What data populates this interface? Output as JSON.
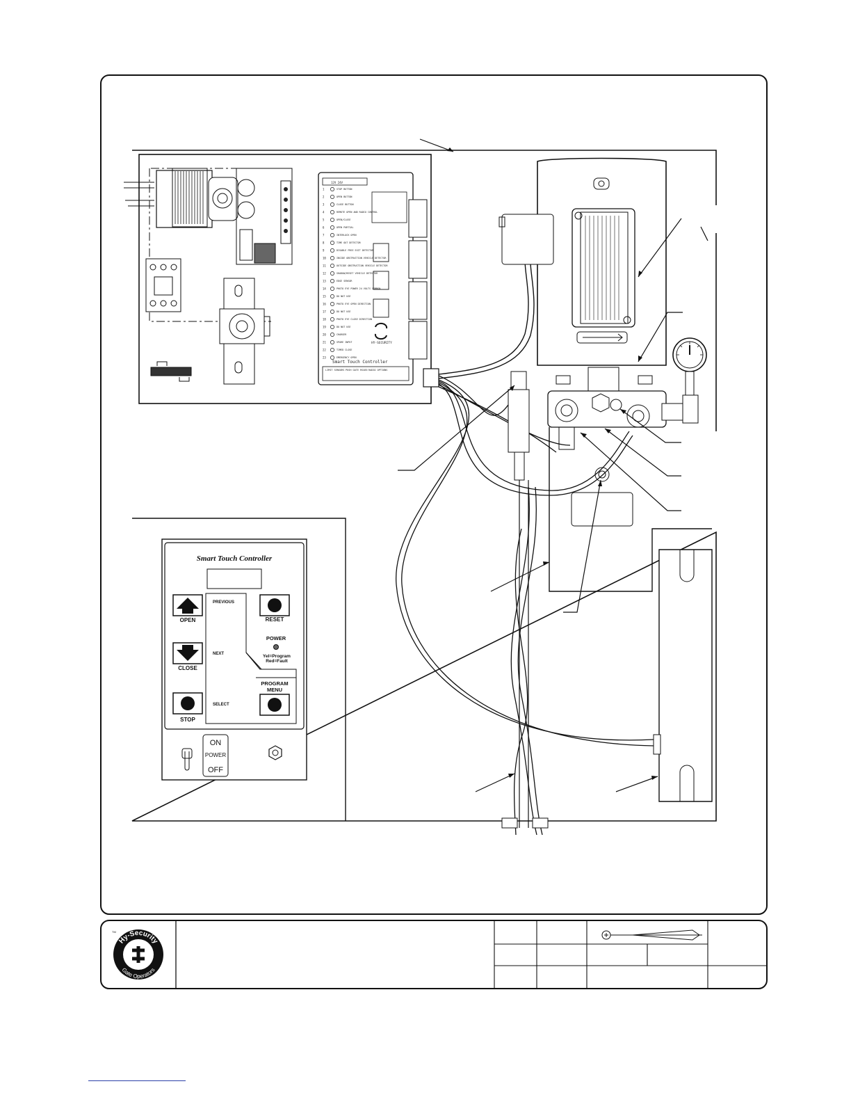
{
  "control_panel": {
    "title": "Smart Touch Controller",
    "buttons": {
      "open": "OPEN",
      "close": "CLOSE",
      "stop": "STOP",
      "reset": "RESET",
      "program_menu_1": "PROGRAM",
      "program_menu_2": "MENU"
    },
    "nav": {
      "previous": "PREVIOUS",
      "next": "NEXT",
      "select": "SELECT"
    },
    "power_led": {
      "label": "POWER",
      "legend_1": "Yel=Program",
      "legend_2": "Red=Fault"
    },
    "power_switch": {
      "on": "ON",
      "label": "POWER",
      "off": "OFF"
    }
  },
  "circuit_board": {
    "name": "Smart Touch Controller",
    "terminals": [
      "STOP BUTTON",
      "OPEN BUTTON",
      "CLOSE BUTTON",
      "REMOTE OPEN AND RADIO CONTROL",
      "OPEN/CLOSE",
      "OPEN PARTIAL",
      "INTERLOCK OPEN",
      "TIME OUT DETECTOR",
      "DISABLE FREE EXIT DETECTOR",
      "INSIDE OBSTRUCTION VEHICLE DETECTOR",
      "OUTSIDE OBSTRUCTION VEHICLE DETECTOR",
      "SHADOW/RESET VEHICLE DETECTOR",
      "EDGE SENSOR",
      "PHOTO EYE POWER 24 VOLTS COMMON",
      "DO NOT USE",
      "PHOTO EYE OPEN DIRECTION",
      "DO NOT USE",
      "PHOTO EYE CLOSE DIRECTION",
      "DO NOT USE",
      "CHARGER",
      "SPARE INPUT",
      "TIMED CLOSE",
      "EMERGENCY OPEN"
    ],
    "bottom_headers": [
      "LIMIT SENSORS",
      "PUSH GATE RS485",
      "RADIO OPTIONS"
    ],
    "brand": "HY-SECURITY"
  },
  "title_block": {
    "logo_top": "Hy-Security",
    "logo_bottom": "Gate Operators",
    "tm": "TM"
  },
  "colors": {
    "line": "#111111",
    "link_rule": "#2b3fa8"
  }
}
